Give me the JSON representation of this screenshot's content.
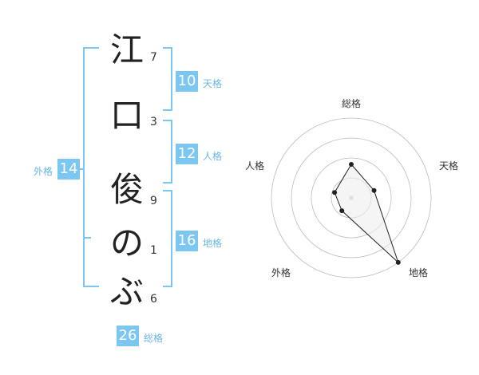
{
  "name": {
    "chars": [
      "江",
      "口",
      "俊",
      "の",
      "ぶ"
    ],
    "strokes": [
      "7",
      "3",
      "9",
      "1",
      "6"
    ]
  },
  "kakusu": {
    "tenkaku": {
      "value": "10",
      "label": "天格"
    },
    "jinkaku": {
      "value": "12",
      "label": "人格"
    },
    "chikaku": {
      "value": "16",
      "label": "地格"
    },
    "gaikaku": {
      "value": "14",
      "label": "外格"
    },
    "soukaku": {
      "value": "26",
      "label": "総格"
    }
  },
  "radar": {
    "axes": [
      "総格",
      "天格",
      "地格",
      "外格",
      "人格"
    ],
    "values": [
      0.42,
      0.3,
      1.0,
      0.2,
      0.22
    ],
    "ring_count": 4,
    "colors": {
      "ring": "#bbbbbb",
      "fill": "#eeeeee",
      "line": "#222222",
      "center": "#cccccc"
    }
  },
  "colors": {
    "accent": "#7cc6f2",
    "label": "#6bb6e4"
  }
}
